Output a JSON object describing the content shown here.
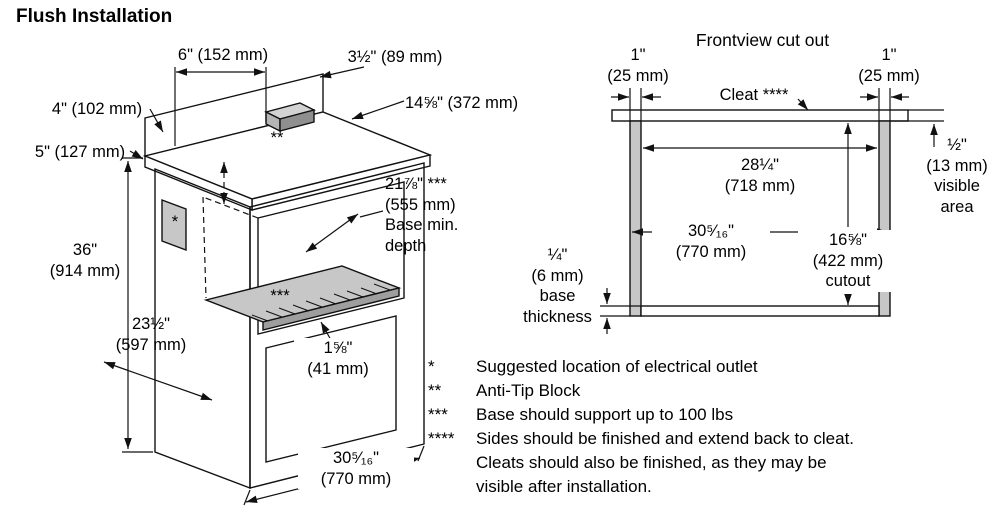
{
  "title": "Flush Installation",
  "iso": {
    "dim_6": "6\" (152 mm)",
    "dim_3_half": "3½\" (89 mm)",
    "dim_4": "4\" (102 mm)",
    "dim_5": "5\" (127 mm)",
    "dim_14_58": "14⅝\" (372 mm)",
    "dim_21_78": {
      "l1": "21⅞\" ***",
      "l2": "(555 mm)",
      "l3": "Base min.",
      "l4": "depth"
    },
    "dim_36": {
      "l1": "36\"",
      "l2": "(914 mm)"
    },
    "dim_23_half": {
      "l1": "23½\"",
      "l2": "(597 mm)"
    },
    "dim_1_58": {
      "l1": "1⅝\"",
      "l2": "(41 mm)"
    },
    "dim_30_516": {
      "l1": "30⁵⁄₁₆\"",
      "l2": "(770 mm)"
    },
    "outlet_marker": "*",
    "antitip_marker": "**",
    "base_marker": "***"
  },
  "front": {
    "title": "Frontview cut out",
    "dim_1_left": {
      "l1": "1\"",
      "l2": "(25 mm)"
    },
    "dim_1_right": {
      "l1": "1\"",
      "l2": "(25 mm)"
    },
    "cleat_label": "Cleat ****",
    "dim_28_14": {
      "l1": "28¼\"",
      "l2": "(718 mm)"
    },
    "dim_30_516": {
      "l1": "30⁵⁄₁₆\"",
      "l2": "(770 mm)"
    },
    "dim_16_58": {
      "l1": "16⅝\"",
      "l2": "(422 mm)",
      "l3": "cutout"
    },
    "dim_half": {
      "l1": "½\"",
      "l2": "(13 mm)",
      "l3": "visible",
      "l4": "area"
    },
    "dim_quarter": {
      "l1": "¼\"",
      "l2": "(6 mm)",
      "l3": "base",
      "l4": "thickness"
    }
  },
  "footnotes": [
    {
      "marker": "*",
      "lines": [
        "Suggested location of electrical outlet"
      ]
    },
    {
      "marker": "**",
      "lines": [
        "Anti-Tip Block"
      ]
    },
    {
      "marker": "***",
      "lines": [
        "Base should support up to 100 lbs"
      ]
    },
    {
      "marker": "****",
      "lines": [
        "Sides should be finished and extend back to cleat.",
        "Cleats should also be finished, as they may be",
        "visible after installation."
      ]
    }
  ],
  "colors": {
    "line": "#111111",
    "panel_gray": "#c7c7c7",
    "background": "#ffffff"
  }
}
